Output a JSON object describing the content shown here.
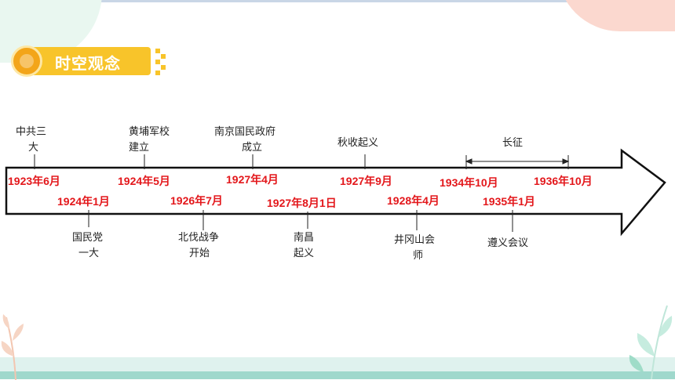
{
  "title": "时空观念",
  "events_above": [
    {
      "label_lines": [
        "中共三",
        "大"
      ],
      "date": "1923年6月"
    },
    {
      "label_lines": [
        "黄埔军校",
        "建立"
      ],
      "date": "1924年5月"
    },
    {
      "label_lines": [
        "南京国民政府",
        "成立"
      ],
      "date": "1927年4月"
    },
    {
      "label_lines": [
        "秋收起义"
      ],
      "date": "1927年9月"
    },
    {
      "label_lines": [
        "长征"
      ],
      "date": "1934年10月"
    },
    {
      "label_lines": [],
      "date": "1936年10月"
    }
  ],
  "events_below": [
    {
      "label_lines": [
        "国民党",
        "一大"
      ],
      "date": "1924年1月"
    },
    {
      "label_lines": [
        "北伐战争",
        "开始"
      ],
      "date": "1926年7月"
    },
    {
      "label_lines": [
        "南昌",
        "起义"
      ],
      "date": "1927年8月1日"
    },
    {
      "label_lines": [
        "井冈山会",
        "师"
      ],
      "date": "1928年4月"
    },
    {
      "label_lines": [
        "遵义会议"
      ],
      "date": "1935年1月"
    }
  ],
  "colors": {
    "date": "#e3171b",
    "badge": "#f8c42a",
    "arrow_stroke": "#111111"
  }
}
